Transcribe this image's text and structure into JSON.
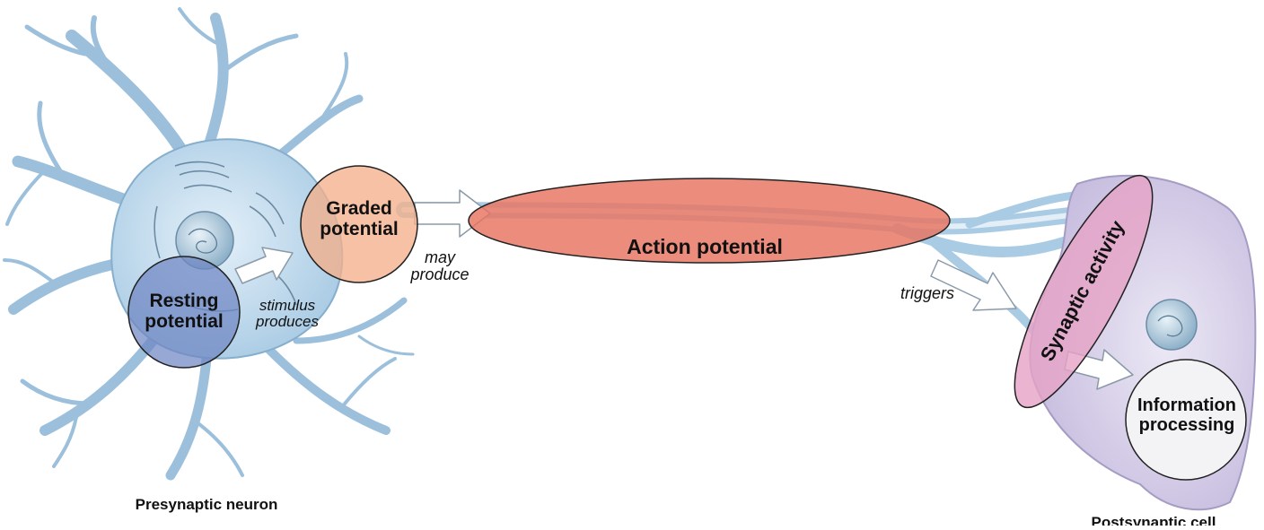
{
  "labels": {
    "graded_potential": "Graded potential",
    "resting_potential": "Resting potential",
    "action_potential": "Action potential",
    "synaptic_activity": "Synaptic activity",
    "information_processing": "Information processing",
    "stimulus_produces": "stimulus produces",
    "may_produce": "may produce",
    "triggers": "triggers",
    "presynaptic_neuron": "Presynaptic neuron",
    "postsynaptic_cell": "Postsynaptic cell"
  },
  "colors": {
    "neuron_body": "#cfe3f1",
    "neuron_outline": "#7fa9c9",
    "postsynaptic_body": "#ddd6ec",
    "graded_fill": "#f4b08a",
    "resting_fill": "#6f86c4",
    "action_fill": "#e8735f",
    "synaptic_fill": "#e6a3c6",
    "info_fill": "#f3f3f5",
    "arrow_fill": "#ffffff"
  }
}
